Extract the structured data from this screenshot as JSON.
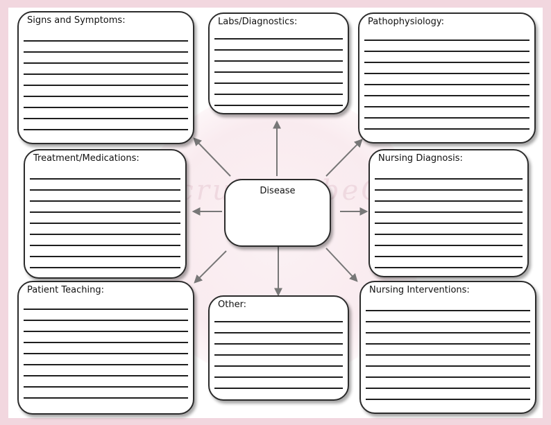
{
  "watermark": "ScrubScribeCo.",
  "center": {
    "label": "Disease"
  },
  "boxes": [
    {
      "id": "signs-symptoms",
      "title": "Signs and Symptoms:"
    },
    {
      "id": "labs-diagnostics",
      "title": "Labs/Diagnostics:"
    },
    {
      "id": "pathophysiology",
      "title": "Pathophysiology:"
    },
    {
      "id": "treatment-medications",
      "title": "Treatment/Medications:"
    },
    {
      "id": "nursing-diagnosis",
      "title": "Nursing Diagnosis:"
    },
    {
      "id": "patient-teaching",
      "title": "Patient Teaching:"
    },
    {
      "id": "other",
      "title": "Other:"
    },
    {
      "id": "nursing-interventions",
      "title": "Nursing Interventions:"
    }
  ],
  "colors": {
    "background": "#f2d7df",
    "ink": "#1e1e1e",
    "arrow": "#777777",
    "watermark": "#efd9e0"
  }
}
